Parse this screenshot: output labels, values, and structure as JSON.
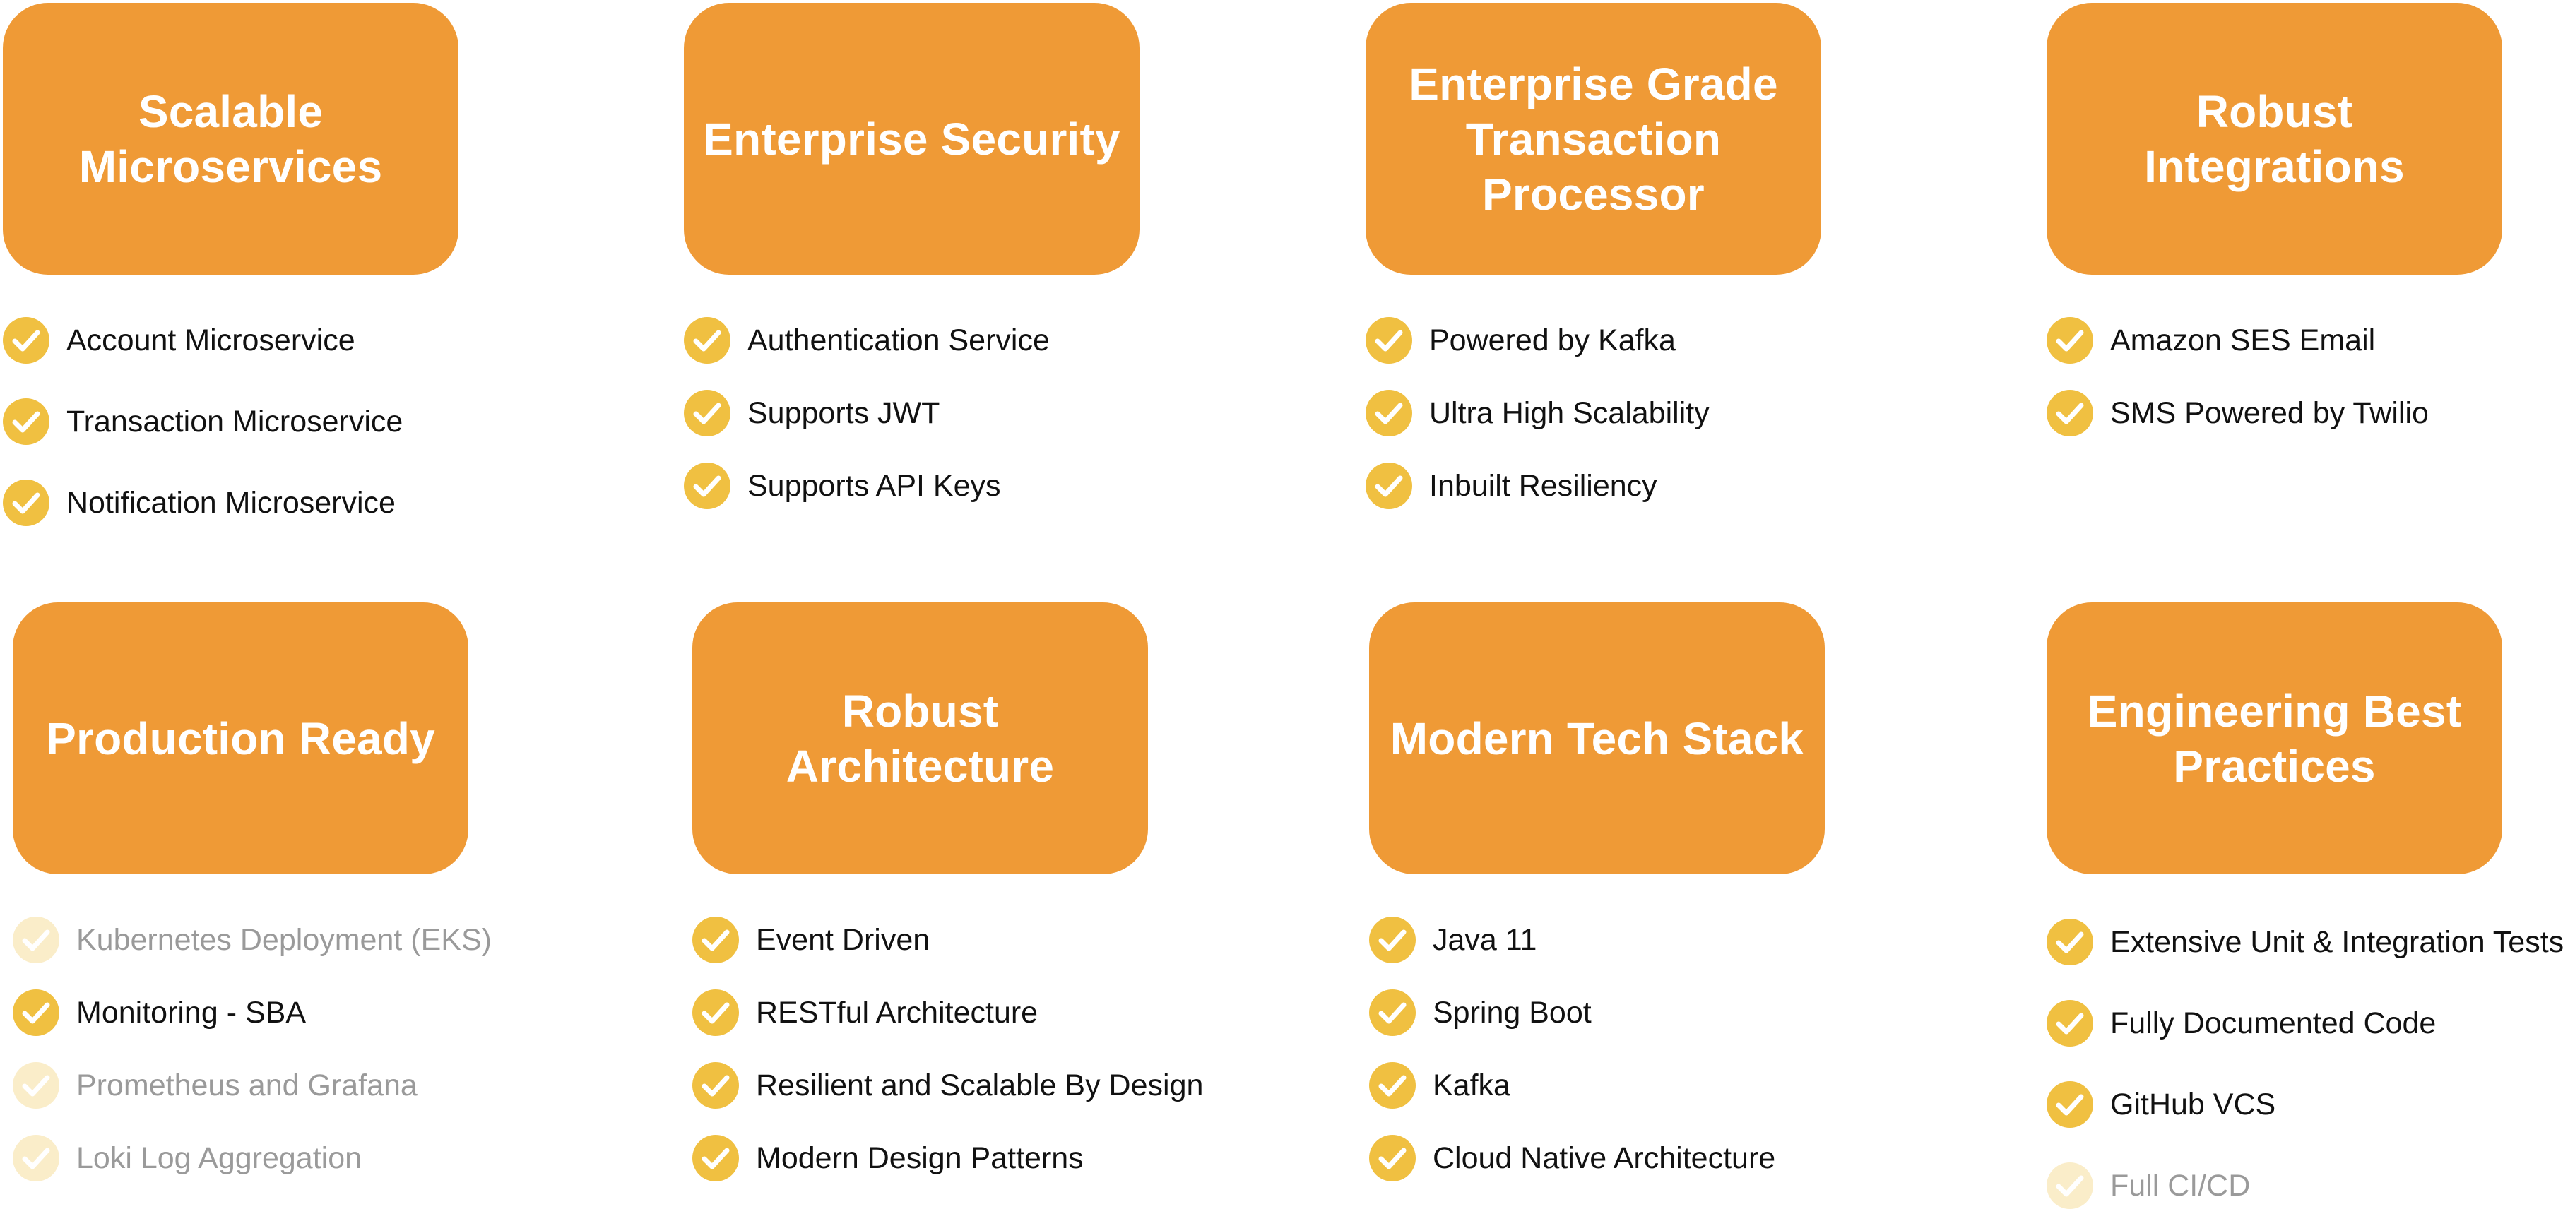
{
  "colors": {
    "tile": "#ef9a36",
    "tile_text": "#ffffff",
    "check": "#f0c041",
    "text": "#111111",
    "text_dim": "#9a9a9a"
  },
  "cards": [
    {
      "title_lines": [
        "Scalable",
        "Microservices"
      ],
      "items": [
        {
          "label": "Account Microservice",
          "done": true
        },
        {
          "label": "Transaction Microservice",
          "done": true
        },
        {
          "label": "Notification Microservice",
          "done": true
        }
      ]
    },
    {
      "title_lines": [
        "Enterprise Security"
      ],
      "items": [
        {
          "label": "Authentication Service",
          "done": true
        },
        {
          "label": "Supports JWT",
          "done": true
        },
        {
          "label": "Supports API Keys",
          "done": true
        }
      ]
    },
    {
      "title_lines": [
        "Enterprise Grade",
        "Transaction",
        "Processor"
      ],
      "items": [
        {
          "label": "Powered by Kafka",
          "done": true
        },
        {
          "label": "Ultra High Scalability",
          "done": true
        },
        {
          "label": "Inbuilt Resiliency",
          "done": true
        }
      ]
    },
    {
      "title_lines": [
        "Robust Integrations"
      ],
      "items": [
        {
          "label": "Amazon SES Email",
          "done": true
        },
        {
          "label": "SMS Powered by Twilio",
          "done": true
        }
      ]
    },
    {
      "title_lines": [
        "Production Ready"
      ],
      "items": [
        {
          "label": "Kubernetes Deployment (EKS)",
          "done": false
        },
        {
          "label": "Monitoring - SBA",
          "done": true
        },
        {
          "label": "Prometheus and Grafana",
          "done": false
        },
        {
          "label": "Loki Log Aggregation",
          "done": false
        }
      ]
    },
    {
      "title_lines": [
        "Robust Architecture"
      ],
      "items": [
        {
          "label": "Event Driven",
          "done": true
        },
        {
          "label": "RESTful Architecture",
          "done": true
        },
        {
          "label": "Resilient and Scalable By Design",
          "done": true
        },
        {
          "label": "Modern Design Patterns",
          "done": true
        }
      ]
    },
    {
      "title_lines": [
        "Modern Tech Stack"
      ],
      "items": [
        {
          "label": "Java 11",
          "done": true
        },
        {
          "label": "Spring Boot",
          "done": true
        },
        {
          "label": "Kafka",
          "done": true
        },
        {
          "label": "Cloud Native Architecture",
          "done": true
        }
      ]
    },
    {
      "title_lines": [
        "Engineering Best",
        "Practices"
      ],
      "items": [
        {
          "label": "Extensive Unit & Integration Tests",
          "done": true
        },
        {
          "label": "Fully Documented Code",
          "done": true
        },
        {
          "label": "GitHub VCS",
          "done": true
        },
        {
          "label": "Full CI/CD",
          "done": false
        }
      ]
    }
  ]
}
